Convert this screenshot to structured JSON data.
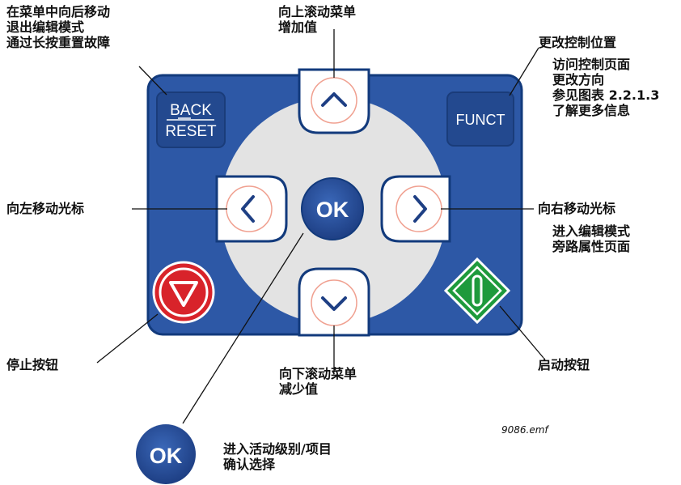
{
  "labels": {
    "back": [
      "在菜单中向后移动",
      "退出编辑模式",
      "通过长按重置故障"
    ],
    "up": [
      "向上滚动菜单",
      "增加值"
    ],
    "funct_title": "更改控制位置",
    "funct": [
      "访问控制页面",
      "更改方向",
      "参见图表 2.2.1.3",
      "了解更多信息"
    ],
    "left": "向左移动光标",
    "right_title": "向右移动光标",
    "right": [
      "进入编辑模式",
      "旁路属性页面"
    ],
    "stop": "停止按钮",
    "down": [
      "向下滚动菜单",
      "减少值"
    ],
    "start": "启动按钮",
    "ok": [
      "进入活动级别/项目",
      "确认选择"
    ]
  },
  "keys": {
    "back_top": "BACK",
    "back_bottom": "RESET",
    "funct": "FUNCT",
    "ok": "OK",
    "ok_legend": "OK"
  },
  "figure_ref": "9086.emf",
  "icons": {
    "up": "chevron-up-icon",
    "down": "chevron-down-icon",
    "left": "chevron-left-icon",
    "right": "chevron-right-icon",
    "stop": "stop-triangle-icon",
    "start": "start-bar-icon"
  },
  "colors": {
    "panel": "#2d58a6",
    "panel_border": "#123a7c",
    "wheel": "#e3e3e3",
    "ok_button": "#2b4d96",
    "stop": "#d8232a",
    "start": "#1e9a3c",
    "ring": "#f0a090"
  }
}
